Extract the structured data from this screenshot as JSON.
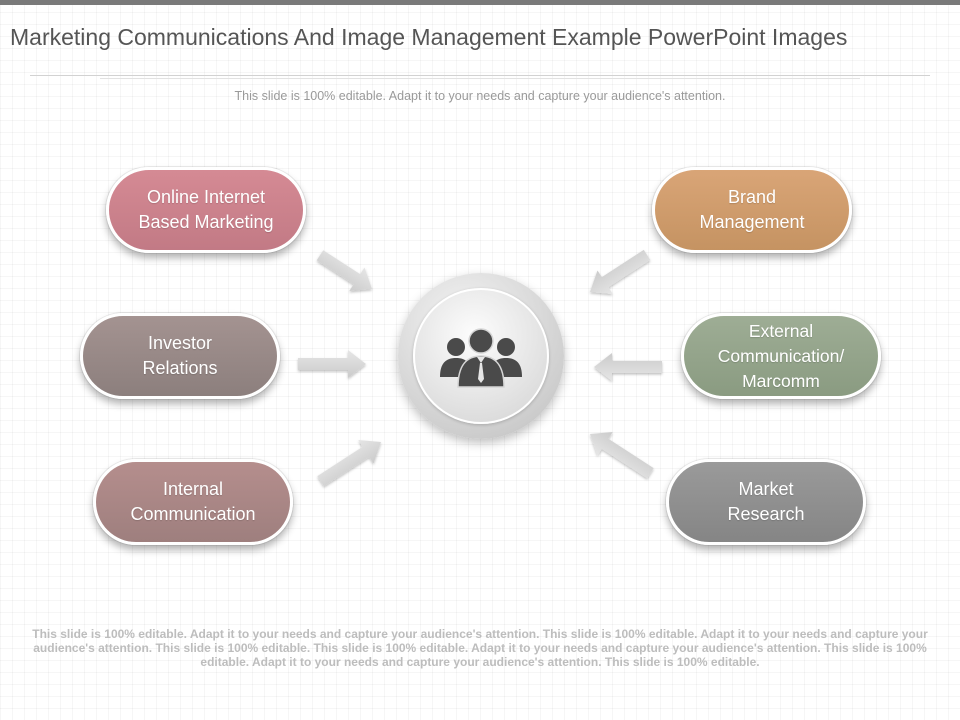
{
  "header": {
    "title": "Marketing Communications And Image Management Example PowerPoint Images",
    "subtitle": "This slide is 100% editable. Adapt it to your needs and capture your audience's attention."
  },
  "nodes": {
    "online": {
      "line1": "Online Internet",
      "line2": "Based Marketing"
    },
    "investor": {
      "line1": "Investor",
      "line2": "Relations"
    },
    "internal": {
      "line1": "Internal",
      "line2": "Communication"
    },
    "brand": {
      "line1": "Brand",
      "line2": "Management"
    },
    "external": {
      "line1": "External",
      "line2": "Communication/",
      "line3": "Marcomm"
    },
    "market": {
      "line1": "Market",
      "line2": "Research"
    }
  },
  "hub": {
    "icon": "people-group-icon"
  },
  "footer": {
    "text": "This slide is 100% editable. Adapt it to your needs and capture your audience's attention. This slide is 100% editable. Adapt it to your needs and capture your audience's attention. This slide is 100% editable. This slide is 100% editable. Adapt it to your needs and capture your audience's attention. This slide is 100% editable. Adapt it to your needs and capture your audience's attention. This slide is 100% editable."
  },
  "colors": {
    "online": "#c98490",
    "investor": "#998a88",
    "internal": "#a98786",
    "brand": "#cf9c6d",
    "external": "#94a48b",
    "market": "#8f8f8f",
    "arrow": "#d9d9d9"
  }
}
